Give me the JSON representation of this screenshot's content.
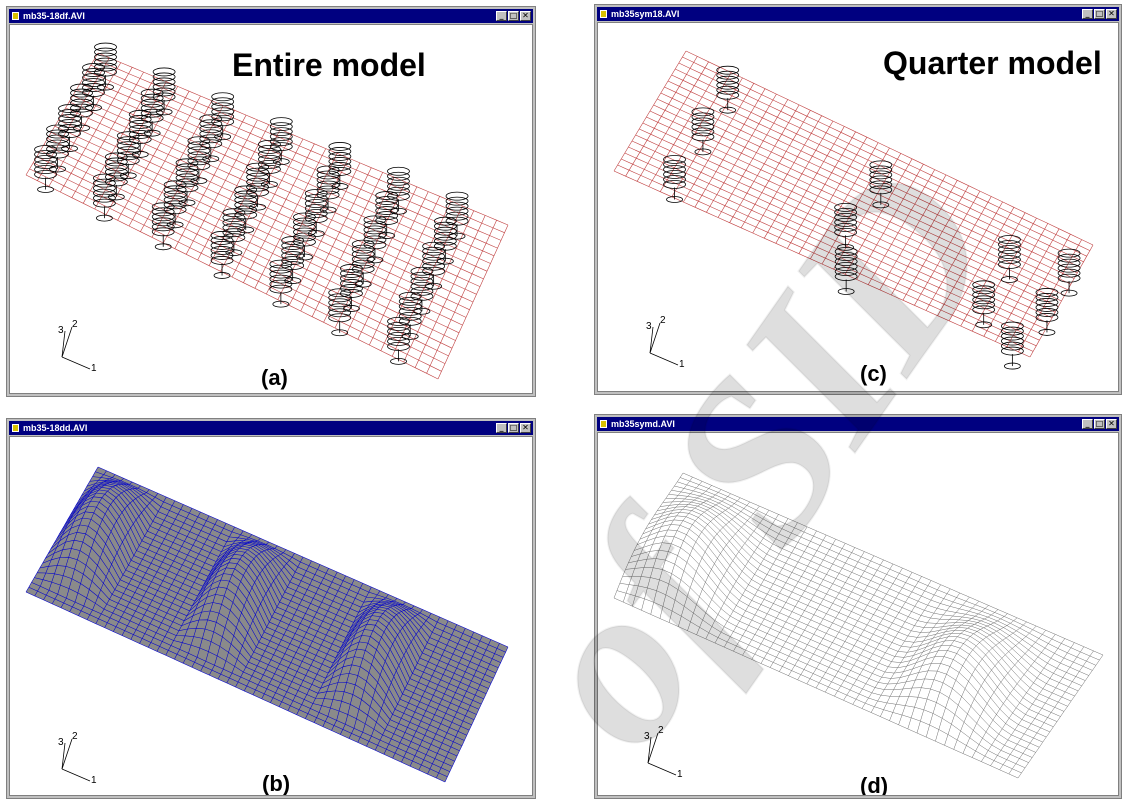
{
  "windows": [
    {
      "id": "a",
      "title": "mb35-18df.AVI",
      "caption": "(a)",
      "heading": "Entire model"
    },
    {
      "id": "c",
      "title": "mb35sym18.AVI",
      "caption": "(c)",
      "heading": "Quarter model"
    },
    {
      "id": "b",
      "title": "mb35-18dd.AVI",
      "caption": "(b)",
      "heading": ""
    },
    {
      "id": "d",
      "title": "mb35symd.AVI",
      "caption": "(d)",
      "heading": ""
    }
  ],
  "window_controls": {
    "minimize": "_",
    "maximize": "□",
    "close": "✕"
  },
  "axis_triad_labels": {
    "axis1": "1",
    "axis2": "2",
    "axis3": "3"
  },
  "watermark": {
    "text": "of SID"
  },
  "colors": {
    "titlebar": "#000080",
    "mesh_red": "#c04040",
    "mesh_blue": "#0000cc",
    "surface_gray": "#8a8a8a",
    "springs": "#000000"
  }
}
